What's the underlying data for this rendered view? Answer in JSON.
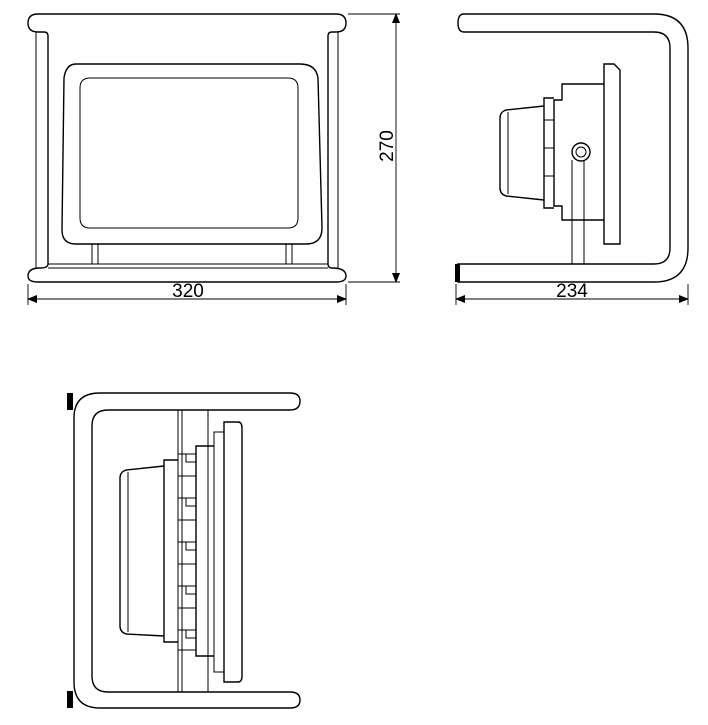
{
  "dimensions": {
    "width": "320",
    "height": "270",
    "depth": "234"
  },
  "views": [
    "front-view",
    "side-view",
    "top-view"
  ]
}
